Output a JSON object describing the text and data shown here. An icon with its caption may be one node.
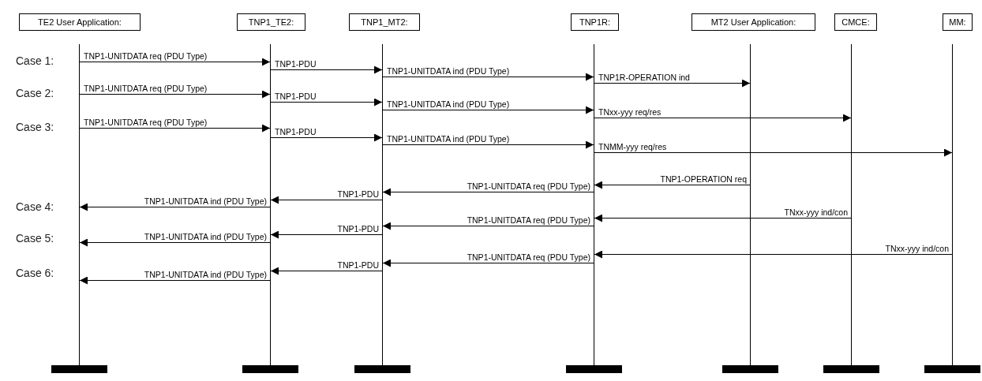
{
  "diagram": {
    "nodes": [
      {
        "text": [
          "TE2 User Application:"
        ]
      },
      {
        "text": [
          "TNP1_TE2:"
        ]
      },
      {
        "text": [
          "TNP1_MT2:"
        ]
      },
      {
        "text": [
          "TNP1R:"
        ]
      },
      {
        "text": [
          "MT2 User Application:"
        ]
      },
      {
        "text": [
          "CMCE:"
        ]
      },
      {
        "text": [
          "MM:"
        ]
      },
      {
        "text": [],
        "shape": "bar"
      },
      {
        "text": [],
        "shape": "bar"
      },
      {
        "text": [],
        "shape": "bar"
      },
      {
        "text": [],
        "shape": "bar"
      },
      {
        "text": [],
        "shape": "bar"
      },
      {
        "text": [],
        "shape": "bar"
      },
      {
        "text": [],
        "shape": "bar"
      }
    ],
    "edges": [
      {
        "from": 7,
        "to": 8,
        "arrow": "to",
        "label": "TNP1-UNITDATA req (PDU Type)"
      },
      {
        "from": 8,
        "to": 9,
        "arrow": "to",
        "label": "TNP1-PDU"
      },
      {
        "from": 9,
        "to": 10,
        "arrow": "to",
        "label": "TNP1-UNITDATA ind (PDU Type)"
      },
      {
        "from": 10,
        "to": 11,
        "arrow": "to",
        "label": "TNP1R-OPERATION ind"
      },
      {
        "from": 7,
        "to": 8,
        "arrow": "to",
        "label": "TNP1-UNITDATA req (PDU Type)"
      },
      {
        "from": 8,
        "to": 9,
        "arrow": "to",
        "label": "TNP1-PDU"
      },
      {
        "from": 9,
        "to": 10,
        "arrow": "to",
        "label": "TNP1-UNITDATA ind (PDU Type)"
      },
      {
        "from": 10,
        "to": 12,
        "arrow": "to",
        "label": "TNxx-yyy req/res"
      },
      {
        "from": 7,
        "to": 8,
        "arrow": "to",
        "label": "TNP1-UNITDATA req (PDU Type)"
      },
      {
        "from": 8,
        "to": 9,
        "arrow": "to",
        "label": "TNP1-PDU"
      },
      {
        "from": 9,
        "to": 10,
        "arrow": "to",
        "label": "TNP1-UNITDATA ind (PDU Type)"
      },
      {
        "from": 10,
        "to": 13,
        "arrow": "to",
        "label": "TNMM-yyy req/res"
      },
      {
        "from": 11,
        "to": 10,
        "arrow": "to",
        "label": "TNP1-OPERATION req"
      },
      {
        "from": 10,
        "to": 9,
        "arrow": "to",
        "label": "TNP1-UNITDATA req (PDU Type)"
      },
      {
        "from": 9,
        "to": 8,
        "arrow": "to",
        "label": "TNP1-PDU"
      },
      {
        "from": 8,
        "to": 7,
        "arrow": "to",
        "label": "TNP1-UNITDATA ind (PDU Type)"
      },
      {
        "from": 12,
        "to": 10,
        "arrow": "to",
        "label": "TNxx-yyy ind/con"
      },
      {
        "from": 10,
        "to": 9,
        "arrow": "to",
        "label": "TNP1-UNITDATA req (PDU Type)"
      },
      {
        "from": 9,
        "to": 8,
        "arrow": "to",
        "label": "TNP1-PDU"
      },
      {
        "from": 8,
        "to": 7,
        "arrow": "to",
        "label": "TNP1-UNITDATA ind (PDU Type)"
      },
      {
        "from": 13,
        "to": 10,
        "arrow": "to",
        "label": "TNxx-yyy ind/con"
      },
      {
        "from": 10,
        "to": 9,
        "arrow": "to",
        "label": "TNP1-UNITDATA req (PDU Type)"
      },
      {
        "from": 9,
        "to": 8,
        "arrow": "to",
        "label": "TNP1-PDU"
      },
      {
        "from": 8,
        "to": 7,
        "arrow": "to",
        "label": "TNP1-UNITDATA ind (PDU Type)"
      }
    ],
    "labels": [
      "Case 1:",
      "Case 2:",
      "Case 3:",
      "Case 4:",
      "Case 5:",
      "Case 6:"
    ]
  }
}
